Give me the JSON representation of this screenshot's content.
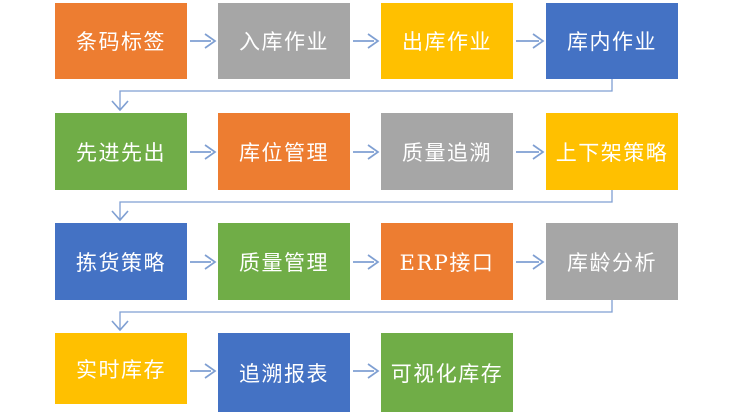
{
  "diagram": {
    "title": "WMS warehouse process flowchart",
    "palette": {
      "orange": "#ED7D31",
      "gray": "#A6A6A6",
      "gold": "#FFC000",
      "blue": "#4472C4",
      "green": "#70AD47"
    },
    "arrow_color": "#7F9FD2",
    "text_color": "#FFFFFF",
    "rows": [
      {
        "boxes": [
          {
            "label": "条码标签",
            "color": "orange"
          },
          {
            "label": "入库作业",
            "color": "gray"
          },
          {
            "label": "出库作业",
            "color": "gold"
          },
          {
            "label": "库内作业",
            "color": "blue"
          }
        ]
      },
      {
        "boxes": [
          {
            "label": "先进先出",
            "color": "green"
          },
          {
            "label": "库位管理",
            "color": "orange"
          },
          {
            "label": "质量追溯",
            "color": "gray"
          },
          {
            "label": "上下架策略",
            "color": "gold"
          }
        ]
      },
      {
        "boxes": [
          {
            "label": "拣货策略",
            "color": "blue"
          },
          {
            "label": "质量管理",
            "color": "green"
          },
          {
            "label": "ERP接口",
            "color": "orange"
          },
          {
            "label": "库龄分析",
            "color": "gray"
          }
        ]
      },
      {
        "boxes": [
          {
            "label": "实时库存",
            "color": "gold"
          },
          {
            "label": "追溯报表",
            "color": "blue"
          },
          {
            "label": "可视化库存",
            "color": "green"
          }
        ]
      }
    ]
  }
}
